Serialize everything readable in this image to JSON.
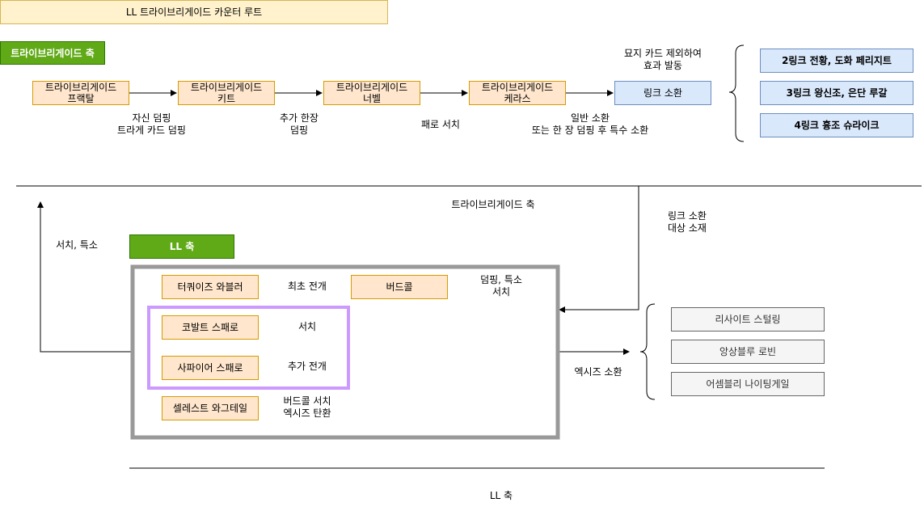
{
  "header": {
    "title": "LL 트라이브리게이드 카운터 루트"
  },
  "top_section": {
    "axis_tag": "트라이브리게이드 축",
    "chain": [
      {
        "line1": "트라이브리게이드",
        "line2": "프랙탈"
      },
      {
        "line1": "트라이브리게이드",
        "line2": "키트"
      },
      {
        "line1": "트라이브리게이드",
        "line2": "너벨"
      },
      {
        "line1": "트라이브리게이드",
        "line2": "케라스"
      }
    ],
    "link_summon": "링크 소환",
    "arrow_labels": [
      {
        "line1": "자신 덤핑",
        "line2": "트라게 카드 덤핑"
      },
      {
        "line1": "추가 한장",
        "line2": "덤핑"
      },
      {
        "line1": "패로 서치",
        "line2": ""
      },
      {
        "line1": "일반 소환",
        "line2": "또는 한 장 덤핑 후 특수 소환"
      }
    ],
    "graveyard_note": {
      "line1": "묘지 카드 제외하여",
      "line2": "효과 발동"
    },
    "link_options": [
      "2링크 전황, 도화 페리지트",
      "3링크 왕신조, 은단 루갈",
      "4링크 흉조 슈라이크"
    ]
  },
  "bottom_section": {
    "divider_label": "트라이브리게이드 축",
    "link_material_note": {
      "line1": "링크 소환",
      "line2": "대상 소재"
    },
    "search_special_label": "서치, 특소",
    "ll_tag": "LL 축",
    "cards": [
      {
        "name": "터쿼이즈 와블러",
        "effect": "최초 전개"
      },
      {
        "name": "코발트 스패로",
        "effect": "서치"
      },
      {
        "name": "사파이어 스패로",
        "effect": "추가 전개"
      },
      {
        "name": "셀레스트 와그테일",
        "effect1": "버드콜 서치",
        "effect2": "엑시즈 탄환"
      }
    ],
    "birdcall": "버드콜",
    "birdcall_effect": {
      "line1": "덤핑, 특소",
      "line2": "서치"
    },
    "xyz_summon_label": "엑시즈 소환",
    "xyz_options": [
      "리사이트 스털링",
      "앙상블루 로빈",
      "어셈블리 나이팅게일"
    ],
    "footer_label": "LL 축"
  },
  "colors": {
    "title_fill": "#fff2cc",
    "card_fill": "#ffe6cc",
    "link_fill": "#dae8fc",
    "xyz_fill": "#f5f5f5",
    "tag_fill": "#60a917",
    "ll_frame": "#999999",
    "sparrow_frame": "#cc99ff"
  }
}
